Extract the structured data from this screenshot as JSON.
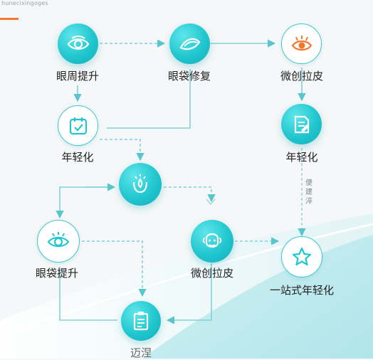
{
  "header": {
    "caption": "hunecixingoges"
  },
  "nodes": {
    "eye_lift_top": {
      "label": "眼周提升",
      "icon": "eye-icon"
    },
    "eye_bag_repair": {
      "label": "眼袋修复",
      "icon": "eyelid-icon"
    },
    "minimally_invasive_top": {
      "label": "微创拉皮",
      "icon": "eye-lashes-icon"
    },
    "rejuvenation_left": {
      "label": "年轻化",
      "icon": "calendar-check-icon"
    },
    "rejuvenation_right": {
      "label": "年轻化",
      "icon": "document-edit-icon"
    },
    "center_hub": {
      "label": "",
      "icon": "sparkle-drop-icon"
    },
    "eye_bag_lift_bottom": {
      "label": "眼袋提升",
      "icon": "eye-outline-icon"
    },
    "minimally_invasive_bottom": {
      "label": "微创拉皮",
      "icon": "face-icon"
    },
    "one_stop": {
      "label": "一站式年轻化",
      "icon": "star-icon"
    },
    "bottom_final": {
      "label": "迈涅",
      "icon": "clipboard-icon"
    }
  },
  "side_note": "便建淬",
  "colors": {
    "accent": "#f07a2e",
    "teal": "#21c6cf",
    "teal_light": "#5fe6ea",
    "connector": "#7fd3d8"
  }
}
